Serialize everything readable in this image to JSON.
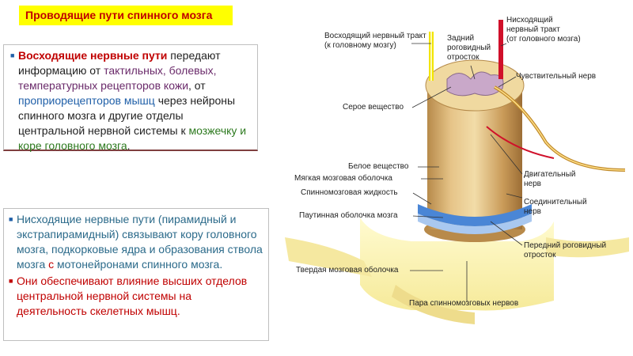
{
  "title": "Проводящие пути спинного мозга",
  "panel1": {
    "p1_bold": "Восходящие нервные пути",
    "p1_a": " передают информацию от ",
    "p1_b": "тактильных, болевых, температурных рецепторов кожи",
    "p1_c": ", от ",
    "p1_d": "проприорецепторов мышц",
    "p1_e": " через нейроны спинного мозга и другие отделы центральной нервной системы к ",
    "p1_f": "мозжечку и коре головного мозга",
    "p1_g": "."
  },
  "panel2": {
    "p2_a": "Нисходящие нервные пути (пирамидный и экстрапирамидный) связывают кору головного мозга, подкорковые ядра и образования ствола мозга ",
    "p2_b": "с",
    "p2_c": " мотонейронами спинного мозга",
    "p2_d": ".",
    "p3": "Они обеспечивают влияние высших отделов центральной нервной системы на деятельность скелетных мышц."
  },
  "diagram": {
    "labels": {
      "ascending": "Восходящий нервный тракт\n(к головному мозгу)",
      "posterior_horn": "Задний\nроговидный\nотросток",
      "descending": "Нисходящий\nнервный тракт\n(от головного мозга)",
      "sensory_nerve": "Чувствительный нерв",
      "gray_matter": "Серое вещество",
      "white_matter": "Белое вещество",
      "pia_mater": "Мягкая мозговая оболочка",
      "csf": "Спинномозговая жидкость",
      "arachnoid": "Паутинная оболочка мозга",
      "motor_nerve": "Двигательный\nнерв",
      "connecting_nerve": "Соединительный\nнерв",
      "anterior_horn": "Передний роговидный\nотросток",
      "dura_mater": "Твердая мозговая оболочка",
      "spinal_nerves": "Пара спинномозговых нервов"
    }
  },
  "colors": {
    "title_bg": "#ffff00",
    "title_text": "#c00000",
    "ascending_tract": "#f2e400",
    "descending_tract": "#d0102a",
    "csf_band": "#4a86d6"
  }
}
